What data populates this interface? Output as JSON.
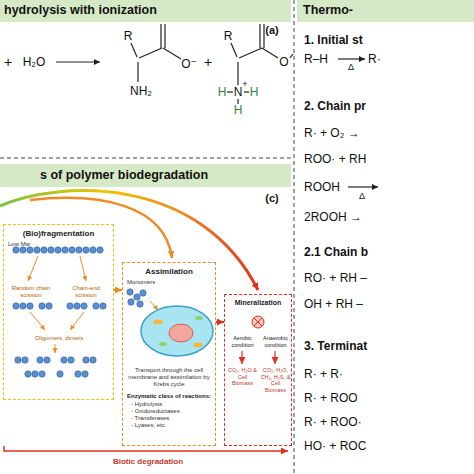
{
  "diagram": {
    "nodes": [
      {
        "text": [
          "hydrolysis with ionization"
        ]
      },
      {
        "text": [
          "Thermo-"
        ]
      },
      {
        "text": [
          "s of polymer biodegradation"
        ]
      },
      {
        "text": [
          "(Bio)fragmentation",
          "Low Mw",
          "Random chain scission",
          "Chain-end scission",
          "Oligomers, dimers"
        ]
      },
      {
        "text": [
          "Assimilation",
          "Monomers",
          "Transport through the cell membrane and assimilation by Krebs cycle",
          "Enzymatic class of reactions:",
          "- Hydrolysis",
          "- Oxidoreductases",
          "- Transferases",
          "- Lyases, etc."
        ]
      },
      {
        "text": [
          "Mineralization",
          "Aerobic condition",
          "Anaerobic condition",
          "CO₂, H₂O & Cell Biomass",
          "CO₂, H₂O, CH₄, H₂S, & Cell Biomass"
        ]
      }
    ],
    "edges": [
      {
        "from": 3,
        "to": 4,
        "arrow": "to"
      },
      {
        "from": 4,
        "to": 5,
        "arrow": "to"
      }
    ],
    "labels": [
      "(a)",
      "+",
      "H₂O",
      "R",
      "O⁻",
      "NH₂",
      "+",
      "R",
      "O",
      "H",
      "N",
      "+",
      "H",
      "H",
      "(c)",
      "1. Initial st",
      "R–H",
      "Δ",
      "R·",
      "2. Chain pr",
      "R· + O₂ →",
      "ROO· + RH",
      "ROOH",
      "Δ",
      "2ROOH →",
      "2.1 Chain b",
      "RO· + RH –",
      "OH + RH –",
      "3. Terminat",
      "R· + R·",
      "R· + ROO",
      "R· + ROO·",
      "HO· + ROC",
      "Biotic degradation"
    ]
  }
}
